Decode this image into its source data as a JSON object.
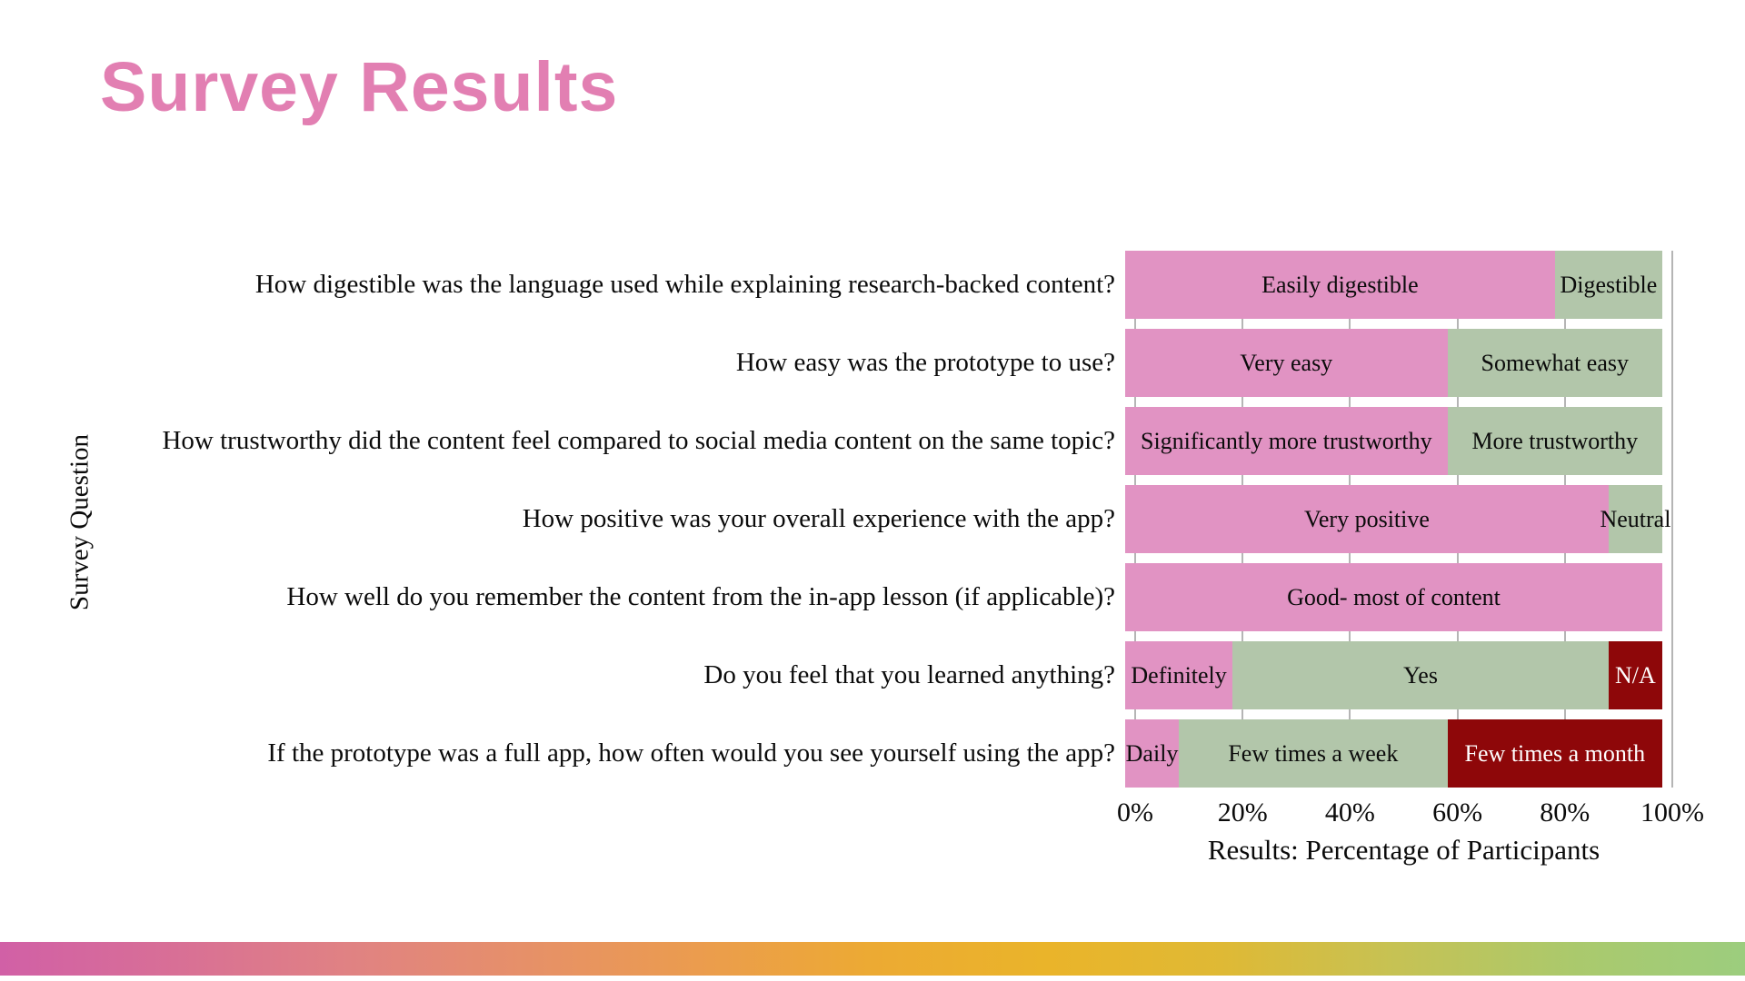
{
  "slide": {
    "title": "Survey Results",
    "title_color": "#e27fb2"
  },
  "chart_data": {
    "type": "bar",
    "orientation": "horizontal",
    "stacked": true,
    "title": "",
    "xlabel": "Results: Percentage of Participants",
    "ylabel": "Survey Question",
    "xlim": [
      0,
      100
    ],
    "x_ticks": [
      "0%",
      "20%",
      "40%",
      "60%",
      "80%",
      "100%"
    ],
    "grid": true,
    "gridline_color": "#b5b5b5",
    "palette": {
      "pink": "#e193c3",
      "green": "#b2c6aa",
      "dark_red": "#8e0709"
    },
    "rows": [
      {
        "question": "How digestible was the language used while explaining research-backed content?",
        "segments": [
          {
            "label": "Easily digestible",
            "value": 80,
            "color": "pink"
          },
          {
            "label": "Digestible",
            "value": 20,
            "color": "green"
          }
        ]
      },
      {
        "question": "How easy was the prototype to use?",
        "segments": [
          {
            "label": "Very easy",
            "value": 60,
            "color": "pink"
          },
          {
            "label": "Somewhat easy",
            "value": 40,
            "color": "green"
          }
        ]
      },
      {
        "question": "How trustworthy did the content feel compared to social media content on the same topic?",
        "segments": [
          {
            "label": "Significantly more trustworthy",
            "value": 60,
            "color": "pink"
          },
          {
            "label": "More trustworthy",
            "value": 40,
            "color": "green"
          }
        ]
      },
      {
        "question": "How positive was your overall experience with the app?",
        "segments": [
          {
            "label": "Very positive",
            "value": 90,
            "color": "pink"
          },
          {
            "label": "Neutral",
            "value": 10,
            "color": "green"
          }
        ]
      },
      {
        "question": "How well do you remember the content from the in-app lesson (if applicable)?",
        "segments": [
          {
            "label": "Good- most of content",
            "value": 100,
            "color": "pink"
          }
        ]
      },
      {
        "question": "Do you feel that you learned anything?",
        "segments": [
          {
            "label": "Definitely",
            "value": 20,
            "color": "pink"
          },
          {
            "label": "Yes",
            "value": 70,
            "color": "green"
          },
          {
            "label": "N/A",
            "value": 10,
            "color": "dark_red"
          }
        ]
      },
      {
        "question": "If the prototype was a full app, how often would you see yourself using the app?",
        "segments": [
          {
            "label": "Daily",
            "value": 10,
            "color": "pink"
          },
          {
            "label": "Few times a week",
            "value": 50,
            "color": "green"
          },
          {
            "label": "Few times a month",
            "value": 40,
            "color": "dark_red"
          }
        ]
      }
    ]
  },
  "footer": {
    "gradient_colors": [
      "#d160a6",
      "#d86f96",
      "#e08283",
      "#e69069",
      "#eb9c4e",
      "#ecaa33",
      "#eab42a",
      "#dfb935",
      "#c6c254",
      "#abc96c",
      "#9ccd7e"
    ]
  }
}
